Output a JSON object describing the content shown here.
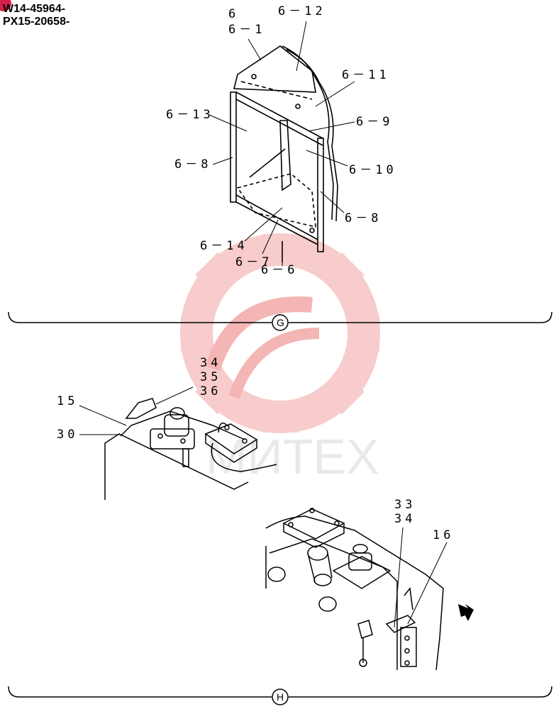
{
  "header": {
    "serials": [
      "W14-45964-",
      "PX15-20658-"
    ],
    "badge_color": "#d6204a"
  },
  "watermark": {
    "text": "МИТЕХ",
    "color": "#f5b7b7"
  },
  "section_g": {
    "marker": "G",
    "labels": [
      "6",
      "6－1",
      "6－12",
      "6－11",
      "6－13",
      "6－9",
      "6－8",
      "6－10",
      "6－8",
      "6－14",
      "6－7",
      "6－6"
    ]
  },
  "section_h": {
    "marker": "H",
    "labels": [
      "34",
      "35",
      "36",
      "15",
      "30",
      "33",
      "34",
      "16"
    ],
    "arrow_icon": "direction-arrow-icon"
  }
}
